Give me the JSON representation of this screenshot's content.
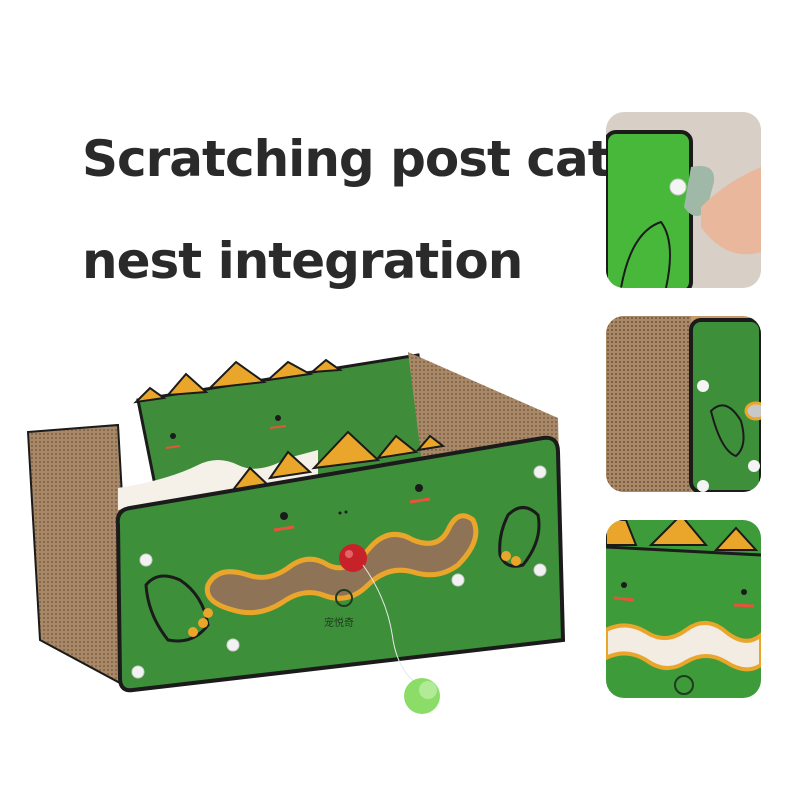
{
  "headline": {
    "line1": "Scratching post cat",
    "line2": "nest integration"
  },
  "main_image": {
    "subject": "green crocodile-themed corrugated cardboard cat scratcher box with hanging ball toys",
    "brand_logo_text": "宠悦奇"
  },
  "thumbnails": [
    {
      "subject": "hand attaching plastic fastener to green panel"
    },
    {
      "subject": "corrugated cardboard side wall close-up"
    },
    {
      "subject": "crocodile face with wavy mouth cut-out close-up"
    }
  ],
  "colors": {
    "panel_green": "#3e8f3a",
    "spike_orange": "#e9a62a",
    "cardboard": "#a68663",
    "outline": "#1b1b1b",
    "cheek_red": "#e4553a",
    "text": "#2a2a2a"
  }
}
